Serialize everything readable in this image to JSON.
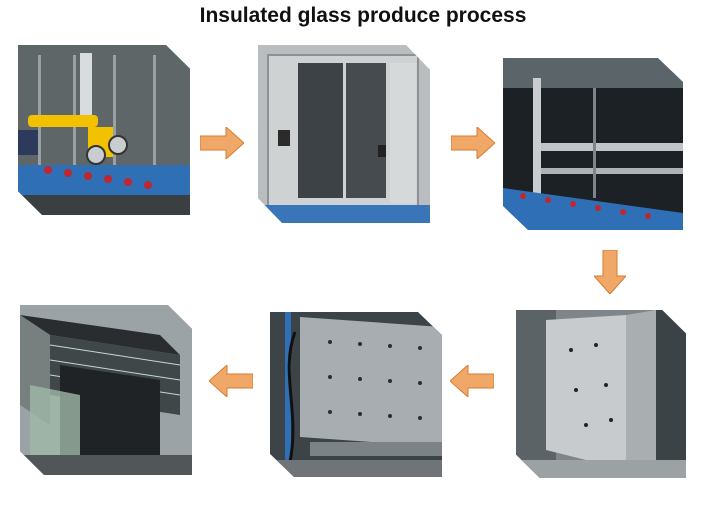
{
  "title": "Insulated glass produce process",
  "steps": [
    {
      "name": "glass-loading",
      "image": "glass loading with vacuum lifter"
    },
    {
      "name": "glass-washing",
      "image": "glass washing machine"
    },
    {
      "name": "inspection-conveyor",
      "image": "vertical conveyor line"
    },
    {
      "name": "assembling-press",
      "image": "insulated glass press machine"
    },
    {
      "name": "gas-filling",
      "image": "vertical press and gas filling"
    },
    {
      "name": "finished-units",
      "image": "stacked finished insulated glass"
    }
  ],
  "colors": {
    "arrow": "#f0a868",
    "arrow_edge": "#d97a2e"
  }
}
